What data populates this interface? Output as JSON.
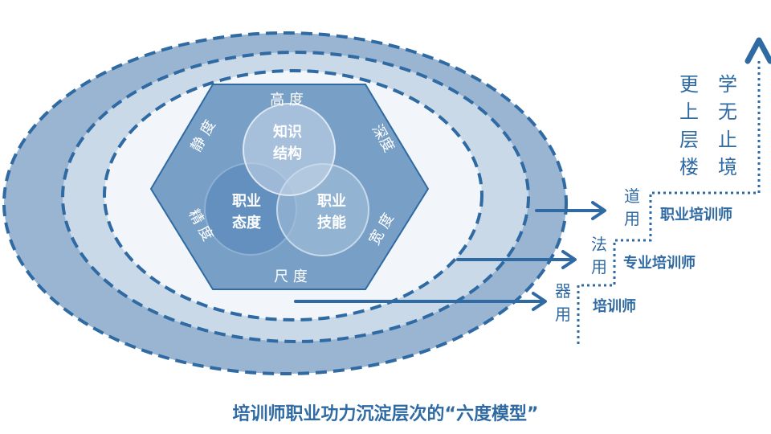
{
  "hexagon": {
    "top": "高 度",
    "bottom": "尺 度",
    "upper_left": "静 度",
    "upper_right": "深度",
    "lower_left": "精 度",
    "lower_right": "宽 度"
  },
  "circles": {
    "knowledge": [
      "知识",
      "结构"
    ],
    "attitude": [
      "职业",
      "态度"
    ],
    "skill": [
      "职业",
      "技能"
    ]
  },
  "levels": [
    {
      "use": [
        "道",
        "用"
      ],
      "title": "职业培训师"
    },
    {
      "use": [
        "法",
        "用"
      ],
      "title": "专业培训师"
    },
    {
      "use": [
        "器",
        "用"
      ],
      "title": "培训师"
    }
  ],
  "motto_left": [
    "更",
    "上",
    "层",
    "楼"
  ],
  "motto_right": [
    "学",
    "无",
    "止",
    "境"
  ],
  "caption": "培训师职业功力沉淀层次的“六度模型”",
  "colors": {
    "primary": "#2f6aa3",
    "outer": "#9ab5d1",
    "middle": "#c9d9e8",
    "inner": "#f2f6fa",
    "hex": "#789fc6"
  }
}
